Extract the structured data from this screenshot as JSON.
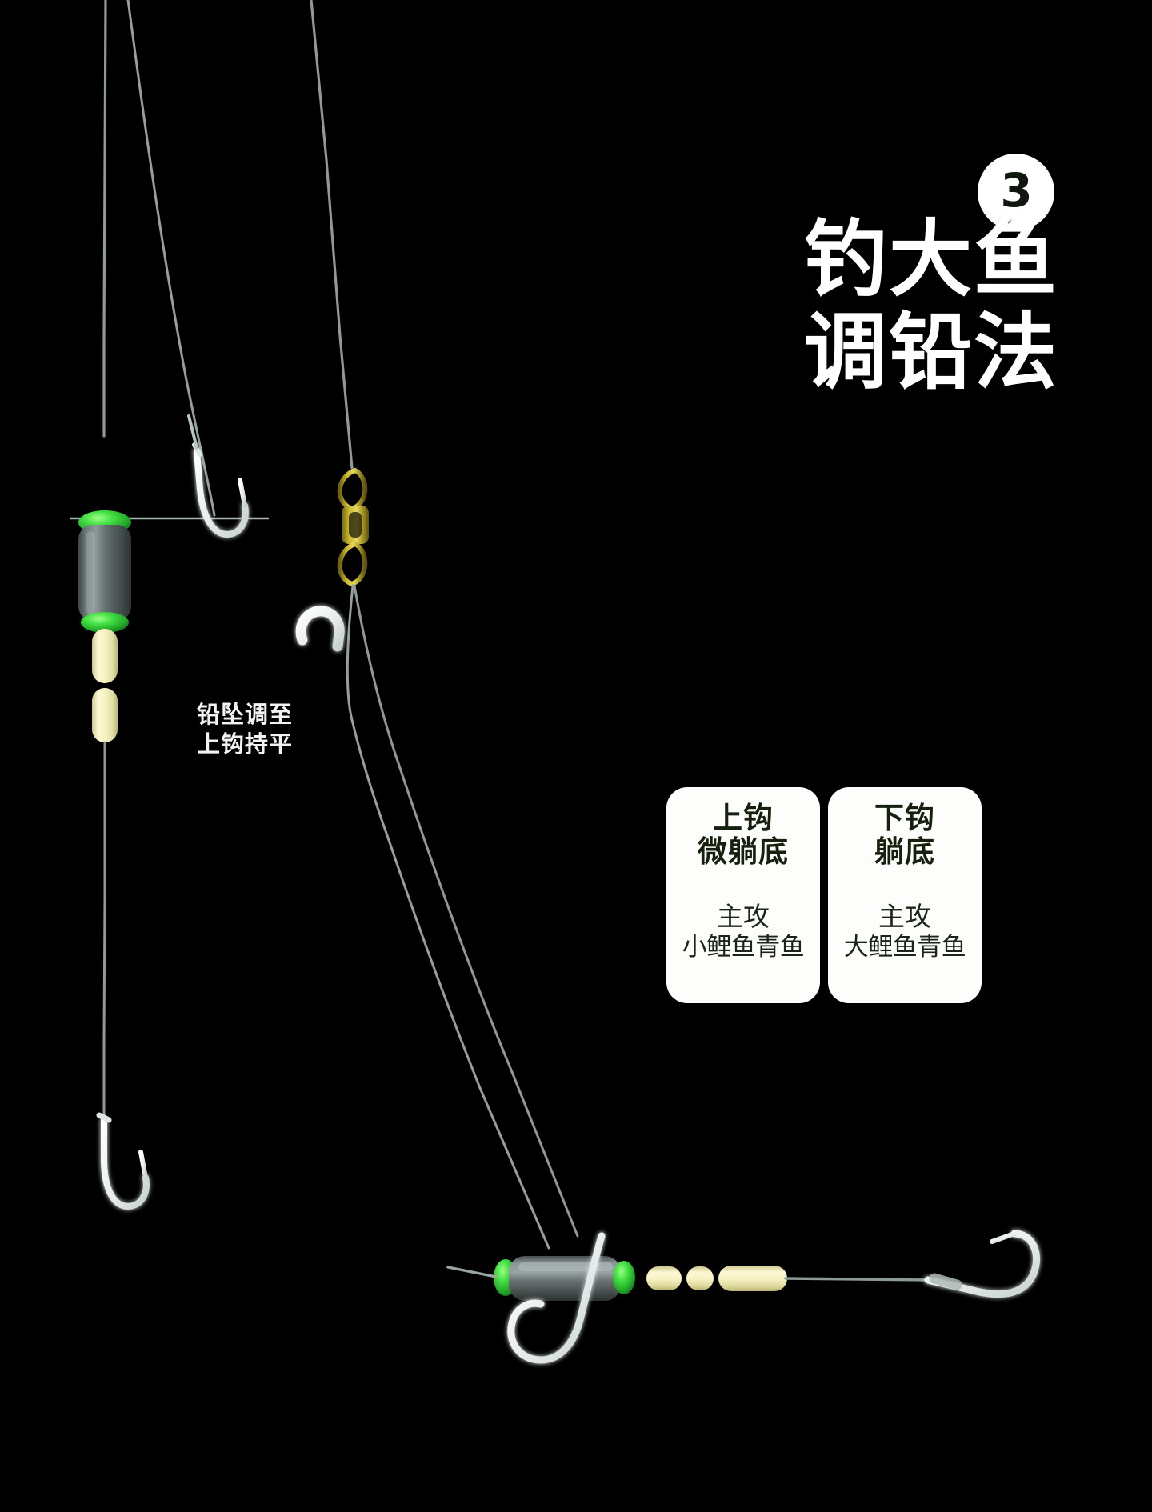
{
  "meta": {
    "background_color": "#000000",
    "accent_green": "#33d13a",
    "bead_cream": "#f4f0c2",
    "sinker_gray": "#5b6566",
    "line_gray": "#9aa6a4",
    "swivel_brass": "#b5a32b",
    "hook_white": "#f2f2f2",
    "card_bg": "#fdfdfb",
    "text_white": "#ffffff",
    "text_dark": "#15200f"
  },
  "badge": {
    "number": "3",
    "shape": "circle",
    "bg": "#ffffff",
    "fg": "#10170f"
  },
  "headline": {
    "line1": "钓大鱼",
    "line2": "调铅法"
  },
  "annotation": {
    "line1": "铅坠调至",
    "line2": "上钩持平"
  },
  "cards": [
    {
      "id": "upper-hook-card",
      "head_line1": "上钩",
      "head_line2": "微躺底",
      "sub_line1": "主攻",
      "sub_line2": "小鲤鱼青鱼"
    },
    {
      "id": "lower-hook-card",
      "head_line1": "下钩",
      "head_line2": "躺底",
      "sub_line1": "主攻",
      "sub_line2": "大鲤鱼青鱼"
    }
  ],
  "diagram": {
    "left_rig": {
      "label": "铅坠调至上钩持平示意",
      "components": [
        "main-line",
        "waterline",
        "sinker-vertical",
        "green-cap-top",
        "green-cap-bottom",
        "bead-stack-2",
        "upper-hook",
        "lower-hook"
      ]
    },
    "right_rig": {
      "label": "上钩微躺底下钩躺底示意",
      "components": [
        "main-line",
        "barrel-swivel",
        "upper-hook-white",
        "sinker-horizontal",
        "green-cap-left",
        "green-cap-right",
        "bead-stack-3",
        "lower-hook-white"
      ]
    }
  }
}
